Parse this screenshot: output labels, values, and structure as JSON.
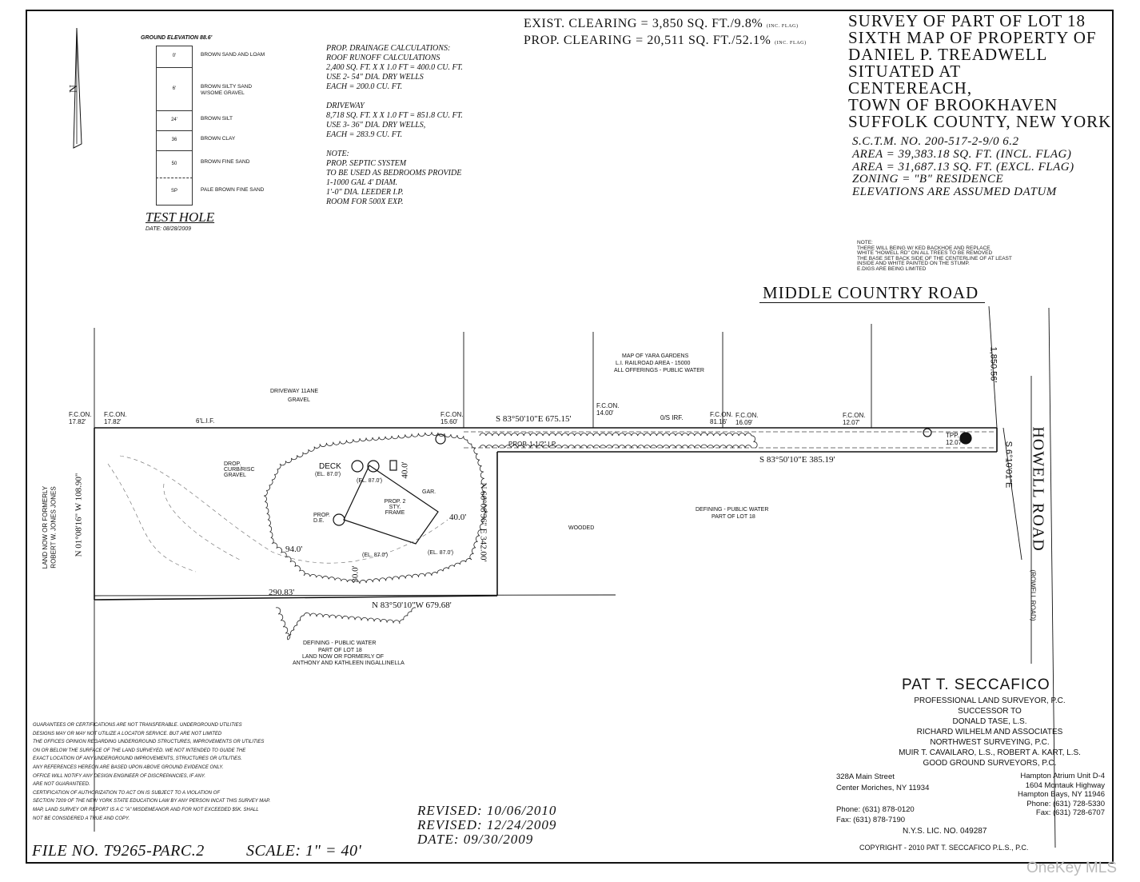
{
  "clearing": {
    "exist_line": "EXIST. CLEARING = 3,850 SQ. FT./9.8%",
    "exist_suffix": "(INC. FLAG)",
    "prop_line": "PROP. CLEARING = 20,511 SQ. FT./52.1%",
    "prop_suffix": "(INC. FLAG)"
  },
  "title": {
    "lines": [
      "SURVEY OF PART OF LOT 18",
      "SIXTH MAP OF PROPERTY OF",
      "DANIEL P. TREADWELL",
      "SITUATED AT",
      "CENTEREACH,",
      "TOWN OF BROOKHAVEN",
      "SUFFOLK COUNTY, NEW YORK"
    ]
  },
  "parcel_info": {
    "lines": [
      "S.C.T.M. NO. 200-517-2-9/0 6.2",
      "AREA = 39,383.18 SQ. FT. (INCL. FLAG)",
      "AREA = 31,687.13 SQ. FT. (EXCL. FLAG)",
      "ZONING = \"B\" RESIDENCE",
      "ELEVATIONS ARE ASSUMED DATUM"
    ]
  },
  "test_hole": {
    "ground_elevation": "GROUND ELEVATION 88.6'",
    "title": "TEST HOLE",
    "date": "DATE: 08/28/2009",
    "layers": [
      {
        "depth": "0'",
        "desc": "BROWN SAND AND LOAM"
      },
      {
        "depth": "6'",
        "desc": "BROWN SILTY SAND W/SOME GRAVEL"
      },
      {
        "depth": "24'",
        "desc": "BROWN SILT"
      },
      {
        "depth": "36",
        "desc": "BROWN CLAY"
      },
      {
        "depth": "50",
        "desc": "BROWN FINE SAND"
      },
      {
        "depth": "SP",
        "desc": "PALE BROWN FINE SAND"
      }
    ]
  },
  "drainage": {
    "lines": [
      "PROP. DRAINAGE CALCULATIONS:",
      "ROOF RUNOFF CALCULATIONS",
      "2,400 SQ. FT. X X 1.0 FT   = 400.0 CU. FT.",
      "USE 2- 54\" DIA. DRY WELLS",
      "EACH = 200.0 CU. FT.",
      "",
      "DRIVEWAY",
      "8,718 SQ. FT. X X 1.0 FT   = 851.8 CU. FT.",
      "USE 3- 36\" DIA. DRY WELLS,",
      "EACH = 283.9 CU. FT.",
      "",
      "NOTE:",
      "PROP. SEPTIC SYSTEM",
      "TO BE USED AS BEDROOMS PROVIDE",
      "1-1000 GAL 4' DIAM.",
      "1'-0\" DIA. LEEDER I.P.",
      "ROOM FOR 500X EXP."
    ]
  },
  "roads": {
    "middle_country": "MIDDLE COUNTRY ROAD",
    "howell": "HOWELL ROAD",
    "howell_sub": "(ROWELL ROAD)",
    "distance_north": "1,850.56'"
  },
  "bearings": {
    "north_line_flag": "S 83°50'10\"E 675.15'",
    "flag_south": "S 83°50'10\"E 385.19'",
    "south_line": "N 83°50'10\"W 679.68'",
    "west_line": "N 01°08'16\" W 108.90\"",
    "east_line": "N 66°08'56\" E 342.00'",
    "front": "S 6°10'01\"E",
    "south_dim": "290.83'",
    "setback_94": "94.0'",
    "setback_40": "40.0'",
    "setback_40b": "40.0'",
    "setback_30": "30.0'"
  },
  "site_labels": {
    "north_arrow": "N",
    "deck": "DECK",
    "deck_el": "(EL. 87.0')",
    "house_el1": "(EL. 87.0')",
    "house_el2": "(EL. 87.0')",
    "house_el3": "(EL. 87.0')",
    "house": "PROP. 2 STY. FRAME",
    "gar": "GAR.",
    "wooded": "WOODED",
    "prop_de": "PROP. D.E.",
    "drop_curb": "DROP. CURB/RISC GRAVEL",
    "driveway": "DRIVEWAY 11ANE",
    "driveway_sub": "GRAVEL",
    "pipe": "PROP. 1-1/2\" I.P.",
    "defining_1": "DEFINING - PUBLIC WATER",
    "defining_1b": "PART OF LOT 18",
    "defining_2": "DEFINING - PUBLIC WATER",
    "defining_2b": "PART OF LOT 18",
    "defining_2c": "LAND NOW OR FORMERLY OF",
    "defining_2d": "ANTHONY AND KATHLEEN INGALLINELLA",
    "yara_1": "MAP OF YARA GARDENS",
    "yara_2": "L.I. RAILROAD AREA - 15000",
    "yara_3": "ALL OFFERINGS - PUBLIC WATER",
    "west_owner_1": "LAND NOW OR FORMERLY",
    "west_owner_2": "ROBERT W. JONES JONES",
    "fcon_1": "F.C.ON. 17.82'",
    "fcon_2": "F.C.ON. 17.82'",
    "fcon_3": "F.C.ON. 15.60'",
    "fcon_4": "F.C.ON. 14.00'",
    "fcon_5": "F.C.ON. 81.16'",
    "fcon_6": "F.C.ON. 16.09'",
    "fcon_7": "F.C.ON. 12.07'",
    "tpp": "TPP. 12.07",
    "lip": "6'L.I.F.",
    "os": "0/S IRF."
  },
  "surveyor": {
    "name": "PAT T. SECCAFICO",
    "lines": [
      "PROFESSIONAL LAND SURVEYOR, P.C.",
      "SUCCESSOR TO",
      "DONALD TASE, L.S.",
      "RICHARD WILHELM AND ASSOCIATES",
      "NORTHWEST SURVEYING, P.C.",
      "MUIR T. CAVAILARO, L.S., ROBERT A. KART, L.S.",
      "GOOD GROUND SURVEYORS, P.C."
    ],
    "office_left": [
      "328A Main Street",
      "Center Moriches, NY 11934",
      "",
      "Phone: (631) 878-0120",
      "Fax: (631) 878-7190"
    ],
    "office_right": [
      "Hampton Atrium Unit D-4",
      "1604 Montauk Highway",
      "Hampton Bays, NY 11946",
      "Phone: (631) 728-5330",
      "Fax: (631) 728-6707"
    ],
    "license": "N.Y.S. LIC. NO. 049287",
    "copyright": "COPYRIGHT - 2010 PAT T. SECCAFICO P.L.S., P.C."
  },
  "revisions": {
    "lines": [
      "REVISED: 10/06/2010",
      "REVISED: 12/24/2009",
      "DATE: 09/30/2009"
    ]
  },
  "file_no": "FILE NO. T9265-PARC.2",
  "scale": "SCALE: 1\" = 40'",
  "guarantee": {
    "lines": [
      "GUARANTEES OR CERTIFICATIONS ARE NOT TRANSFERABLE. UNDERGROUND UTILITIES",
      "DESIGNS MAY OR MAY NOT UTILIZE A LOCATOR SERVICE. BUT ARE NOT LIMITED",
      "THE OFFICES OPINION REGARDING UNDERGROUND STRUCTURES, IMPROVEMENTS OR UTILITIES",
      "ON OR BELOW THE SURFACE OF THE LAND SURVEYED. WE NOT INTENDED TO GUIDE THE",
      "EXACT LOCATION OF ANY UNDERGROUND IMPROVEMENTS, STRUCTURES OR UTILITIES.",
      "ANY REFERENCES HEREON ARE BASED UPON ABOVE GROUND EVIDENCE ONLY.",
      "OFFICE WILL NOTIFY ANY DESIGN ENGINEER OF DISCREPANCIES, IF ANY.",
      "ARE NOT GUARANTEED.",
      "CERTIFICATION OF AUTHORIZATION TO ACT ON IS SUBJECT TO A VIOLATION OF",
      "SECTION 7209 OF THE NEW YORK STATE EDUCATION LAW BY ANY PERSON INCAT THIS SURVEY MAP.",
      "MAP, LAND SURVEY OR REPORT IS A C \"A\" MISDEMEANOR AND FOR NOT EXCEEDED $5K. SHALL",
      "NOT BE CONSIDERED A TRUE AND COPY."
    ]
  },
  "watermark": "OneKey MLS"
}
